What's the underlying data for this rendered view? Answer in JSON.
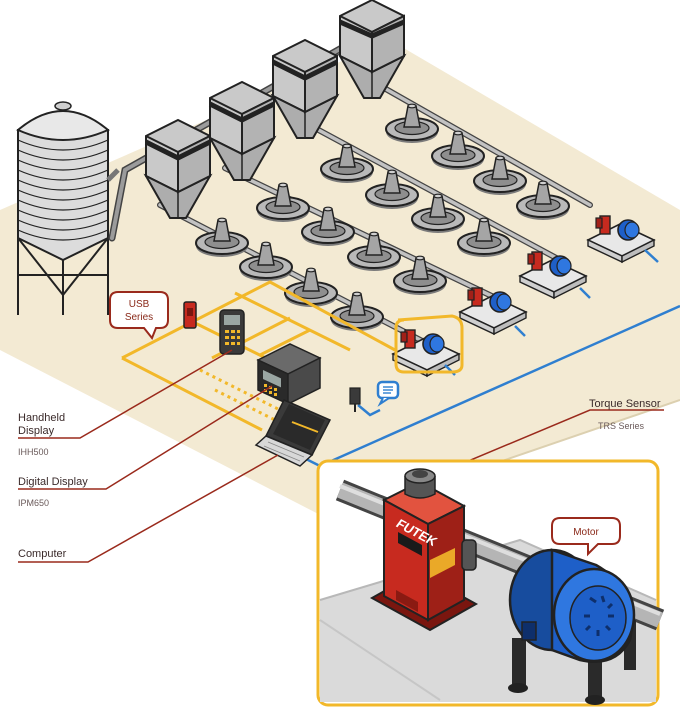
{
  "labels": {
    "usb": {
      "line1": "USB",
      "line2": "Series"
    },
    "handheld": {
      "title_line1": "Handheld",
      "title_line2": "Display",
      "model": "IHH500"
    },
    "digital": {
      "title": "Digital Display",
      "model": "IPM650"
    },
    "computer": {
      "title": "Computer"
    },
    "torque": {
      "title": "Torque Sensor",
      "model": "TRS Series"
    },
    "motor": {
      "title": "Motor"
    },
    "brand": "FUTEK"
  },
  "colors": {
    "platform": "#f3ead3",
    "platform_edge": "#dcd0b0",
    "yellow_line": "#f2b82a",
    "blue_line": "#2f7fd0",
    "callout_red": "#9a2a1c",
    "sensor_red": "#c72a1f",
    "motor_blue": "#1e5fc8"
  },
  "icons": [
    "silo-icon",
    "hopper-icon",
    "feeder-pan-icon",
    "motor-icon",
    "torque-sensor-icon",
    "usb-device-icon",
    "handheld-display-icon",
    "digital-display-icon",
    "laptop-icon",
    "wall-plug-icon",
    "chat-bubble-icon"
  ]
}
